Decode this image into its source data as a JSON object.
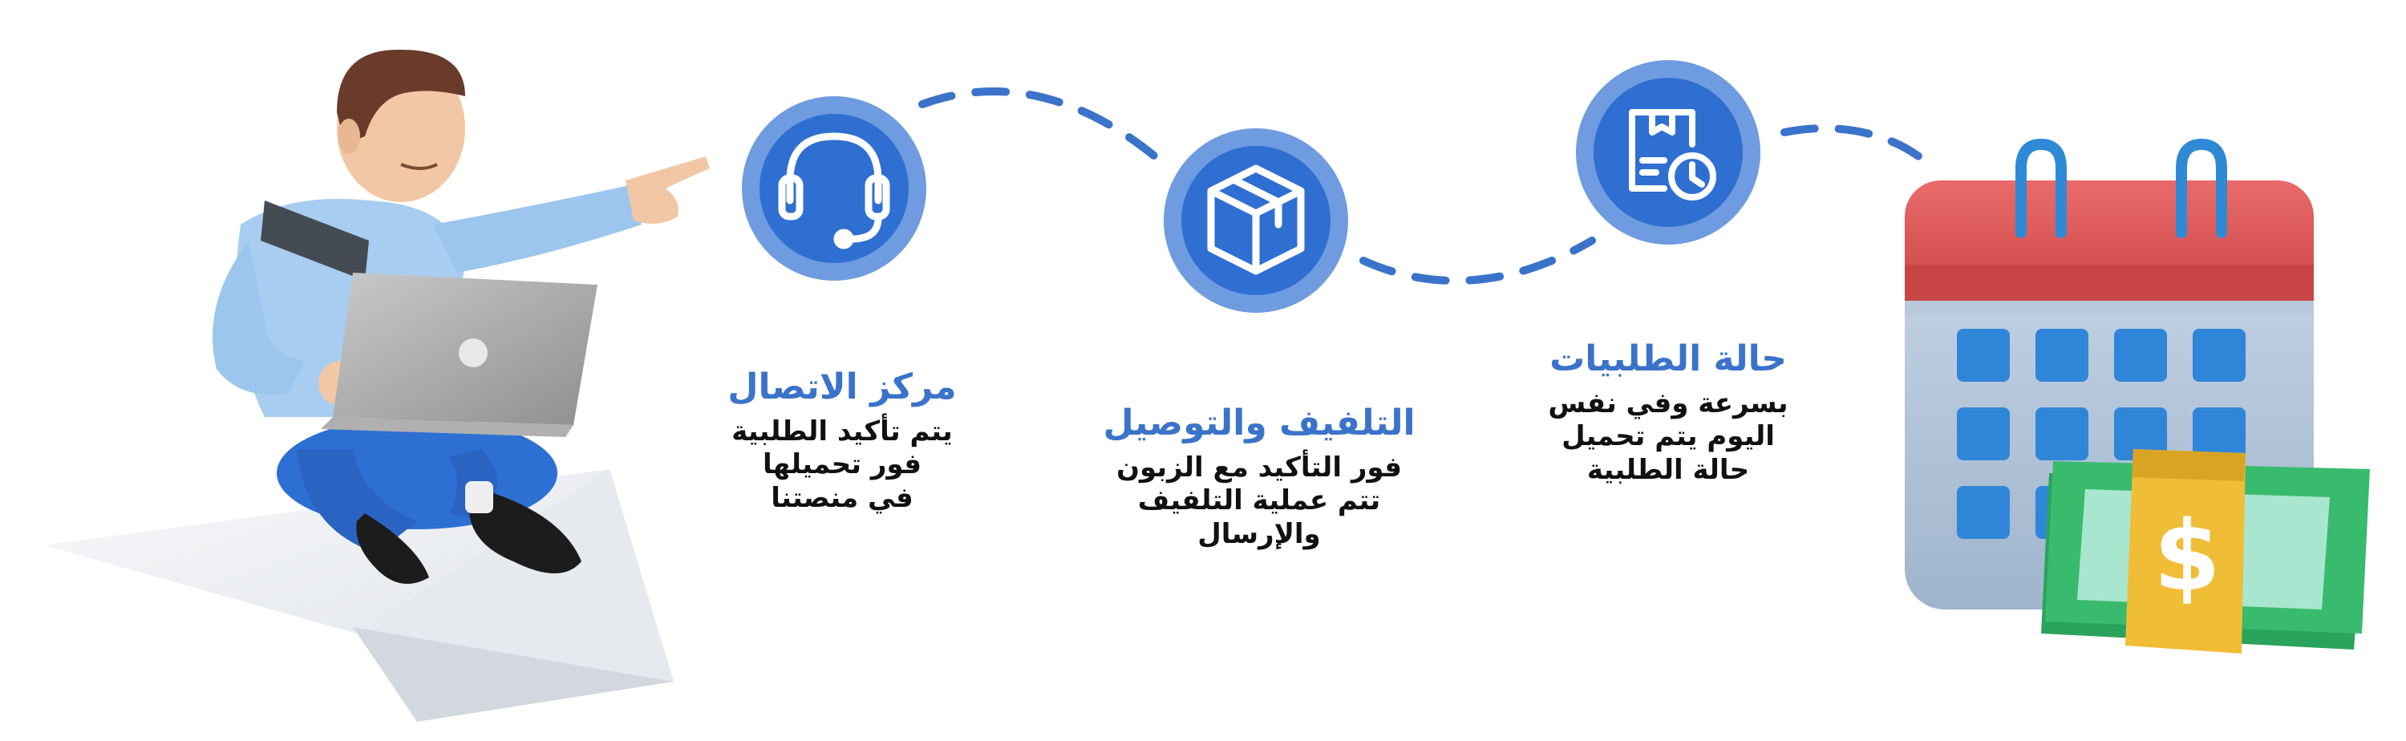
{
  "steps": [
    {
      "title": "مركز الاتصال",
      "description_lines": [
        "يتم تأكيد الطلبية",
        "فور تحميلها",
        "في منصتنا"
      ],
      "icon": "headset-icon"
    },
    {
      "title": "التلفيف والتوصيل",
      "description_lines": [
        "فور التأكيد مع الزبون",
        "تتم عملية التلفيف",
        "والإرسال"
      ],
      "icon": "package-box-icon"
    },
    {
      "title": "حالة الطلبيات",
      "description_lines": [
        "بسرعة وفي نفس",
        "اليوم يتم تحميل",
        "حالة الطلبية"
      ],
      "icon": "order-status-clock-icon"
    }
  ],
  "illustrations": {
    "left": "man-with-laptop-on-paper-plane",
    "right": "calendar-with-money"
  },
  "colors": {
    "accent_blue": "#3a73c9",
    "circle_outer": "#6f9be0",
    "circle_inner": "#2f6fd1",
    "text_dark": "#111111",
    "calendar_red": "#e25656",
    "money_green": "#35b36a",
    "coin_gold": "#f2c13b"
  }
}
